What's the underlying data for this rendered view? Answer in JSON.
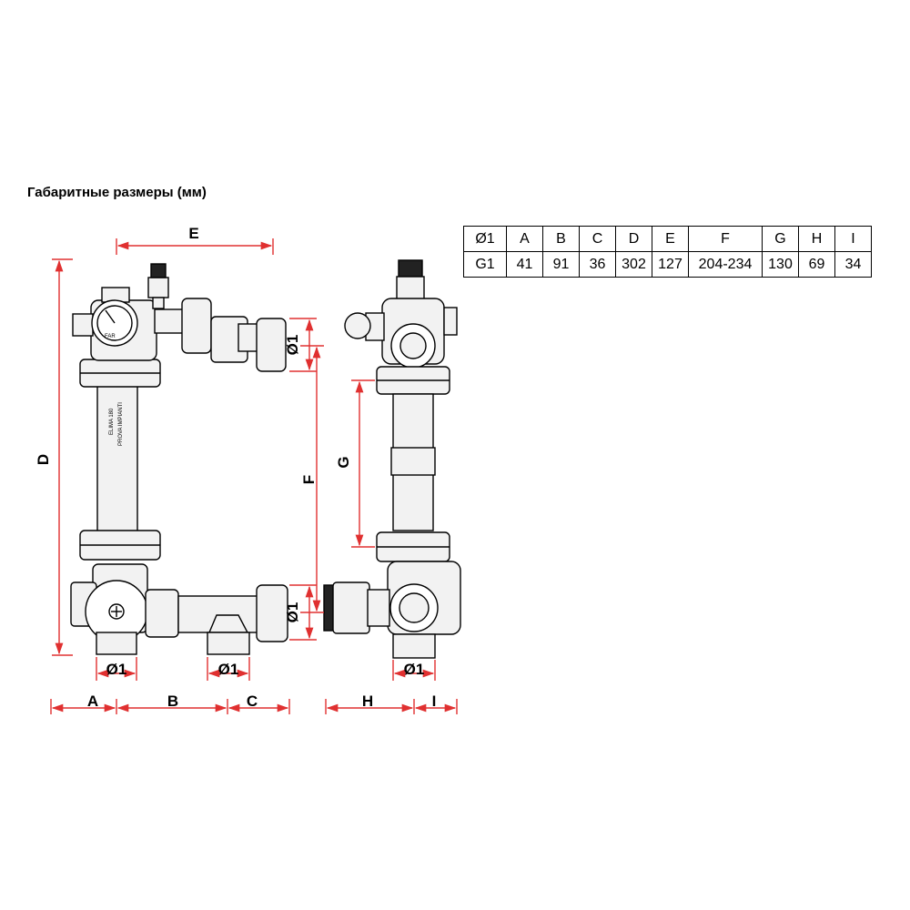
{
  "title": "Габаритные размеры (мм)",
  "table": {
    "headers": [
      "Ø1",
      "A",
      "B",
      "C",
      "D",
      "E",
      "F",
      "G",
      "H",
      "I"
    ],
    "values": [
      "G1",
      "41",
      "91",
      "36",
      "302",
      "127",
      "204-234",
      "130",
      "69",
      "34"
    ]
  },
  "labels": {
    "A": "A",
    "B": "B",
    "C": "C",
    "D": "D",
    "E": "E",
    "F": "F",
    "G": "G",
    "H": "H",
    "I": "I",
    "dia": "Ø1"
  },
  "colors": {
    "dimension": "#e03030",
    "outline": "#000000",
    "body": "#f2f2f2"
  }
}
